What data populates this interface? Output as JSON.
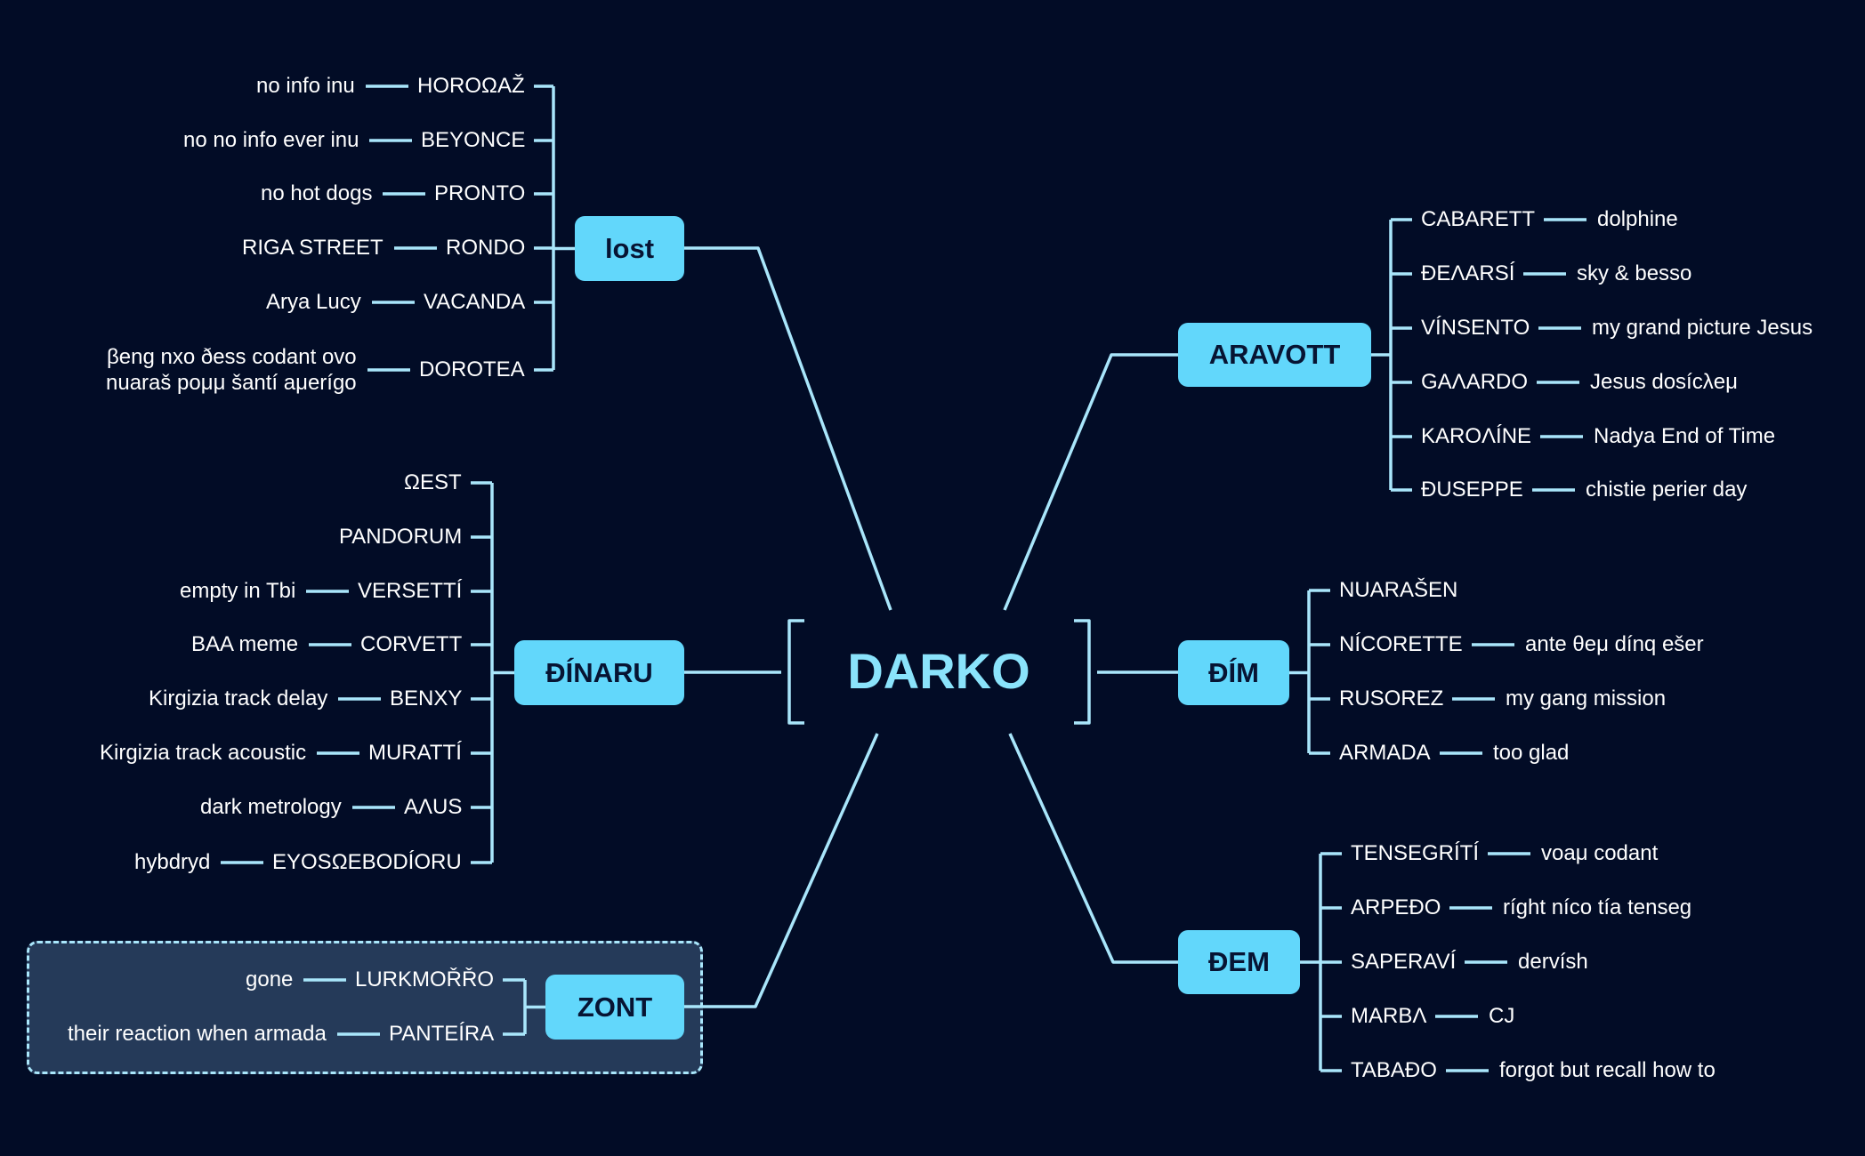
{
  "colors": {
    "background": "#020c26",
    "node": "#62d7fb",
    "node_text": "#071433",
    "line": "#a9e6fb",
    "root_text": "#8ae3fb",
    "label": "#ffffff"
  },
  "root": "DARKO",
  "branches": [
    {
      "key": "lost",
      "label": "lost",
      "items": [
        {
          "label": "HOROΩAŽ",
          "note": "no info inu"
        },
        {
          "label": "BEYONCE",
          "note": "no no info ever inu"
        },
        {
          "label": "PRONTO",
          "note": "no hot dogs"
        },
        {
          "label": "RONDO",
          "note": "RIGA STREET"
        },
        {
          "label": "VACANDA",
          "note": "Arya Lucy"
        },
        {
          "label": "DOROTEA",
          "note": "βeng nxo ðess codant ovo\nnuaraš poμμ šantí aμerígo"
        }
      ]
    },
    {
      "key": "dinaru",
      "label": "ĐÍNARU",
      "items": [
        {
          "label": "ΩEST",
          "note": ""
        },
        {
          "label": "PANDORUM",
          "note": ""
        },
        {
          "label": "VERSETTÍ",
          "note": "empty in Tbi"
        },
        {
          "label": "CORVETT",
          "note": "BAA meme"
        },
        {
          "label": "BENXY",
          "note": "Kirgizia track delay"
        },
        {
          "label": "MURATTÍ",
          "note": "Kirgizia track acoustic"
        },
        {
          "label": "AΛUS",
          "note": "dark metrology"
        },
        {
          "label": "EYOSΩEBODÍORU",
          "note": "hybdryd"
        }
      ]
    },
    {
      "key": "zont",
      "label": "ZONT",
      "items": [
        {
          "label": "LURKMOŘŘO",
          "note": "gone"
        },
        {
          "label": "PANTEÍRA",
          "note": "their reaction when armada"
        }
      ]
    },
    {
      "key": "aravott",
      "label": "ARAVOTT",
      "items": [
        {
          "label": "CABARETT",
          "note": "dolphine"
        },
        {
          "label": "ĐEΛARSÍ",
          "note": "sky & besso"
        },
        {
          "label": "VÍNSENTO",
          "note": "my grand picture Jesus"
        },
        {
          "label": "GAΛARDO",
          "note": "Jesus dosícλeμ"
        },
        {
          "label": "KAROΛÍNE",
          "note": "Nadya End of Time"
        },
        {
          "label": "ĐUSEPPE",
          "note": "chistie perier day"
        }
      ]
    },
    {
      "key": "dim",
      "label": "ĐÍM",
      "items": [
        {
          "label": "NUARAŠEN",
          "note": ""
        },
        {
          "label": "NÍCORETTE",
          "note": "ante θeμ dínq ešer"
        },
        {
          "label": "RUSOREZ",
          "note": "my gang mission"
        },
        {
          "label": "ARMADA",
          "note": "too glad"
        }
      ]
    },
    {
      "key": "dem",
      "label": "ĐEM",
      "items": [
        {
          "label": "TENSEGRÍTÍ",
          "note": "voaμ codant"
        },
        {
          "label": "ARPEĐO",
          "note": "ríght níco tía tenseg"
        },
        {
          "label": "SAPERAVÍ",
          "note": "dervísh"
        },
        {
          "label": "MARBΛ",
          "note": "CJ"
        },
        {
          "label": "TABAĐO",
          "note": "forgot but recall how to"
        }
      ]
    }
  ]
}
